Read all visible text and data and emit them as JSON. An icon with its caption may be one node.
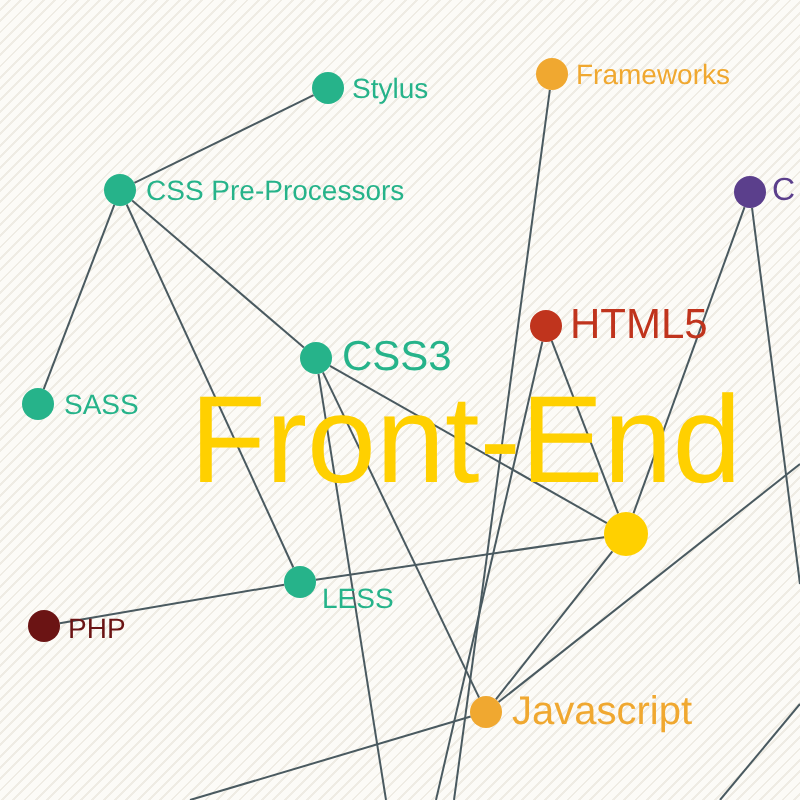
{
  "diagram": {
    "nodes": [
      {
        "text": [
          "Stylus"
        ]
      },
      {
        "text": [
          "Frameworks"
        ]
      },
      {
        "text": [
          "CSS Pre-Processors"
        ]
      },
      {
        "text": [
          "C"
        ]
      },
      {
        "text": [
          "HTML5"
        ]
      },
      {
        "text": [
          "CSS3"
        ]
      },
      {
        "text": [
          "SASS"
        ]
      },
      {
        "text": [
          "Front-End"
        ]
      },
      {
        "text": [
          "LESS"
        ]
      },
      {
        "text": [
          "PHP"
        ]
      },
      {
        "text": [
          "Javascript"
        ]
      }
    ],
    "edges": [
      {
        "from": 0,
        "to": 2,
        "arrow": "none"
      },
      {
        "from": 2,
        "to": 6,
        "arrow": "none"
      },
      {
        "from": 2,
        "to": 8,
        "arrow": "none"
      },
      {
        "from": 2,
        "to": 5,
        "arrow": "none"
      },
      {
        "from": 5,
        "to": 7,
        "arrow": "none"
      },
      {
        "from": 5,
        "to": 10,
        "arrow": "none"
      },
      {
        "from": 5,
        "to": null,
        "arrow": "none"
      },
      {
        "from": 4,
        "to": 7,
        "arrow": "none"
      },
      {
        "from": 4,
        "to": null,
        "arrow": "none"
      },
      {
        "from": 1,
        "to": null,
        "arrow": "none"
      },
      {
        "from": 3,
        "to": 7,
        "arrow": "none"
      },
      {
        "from": 3,
        "to": null,
        "arrow": "none"
      },
      {
        "from": 8,
        "to": 9,
        "arrow": "none"
      },
      {
        "from": 8,
        "to": 7,
        "arrow": "none"
      },
      {
        "from": 7,
        "to": 10,
        "arrow": "none"
      },
      {
        "from": 10,
        "to": null,
        "arrow": "none"
      },
      {
        "from": 10,
        "to": null,
        "arrow": "none"
      }
    ]
  }
}
